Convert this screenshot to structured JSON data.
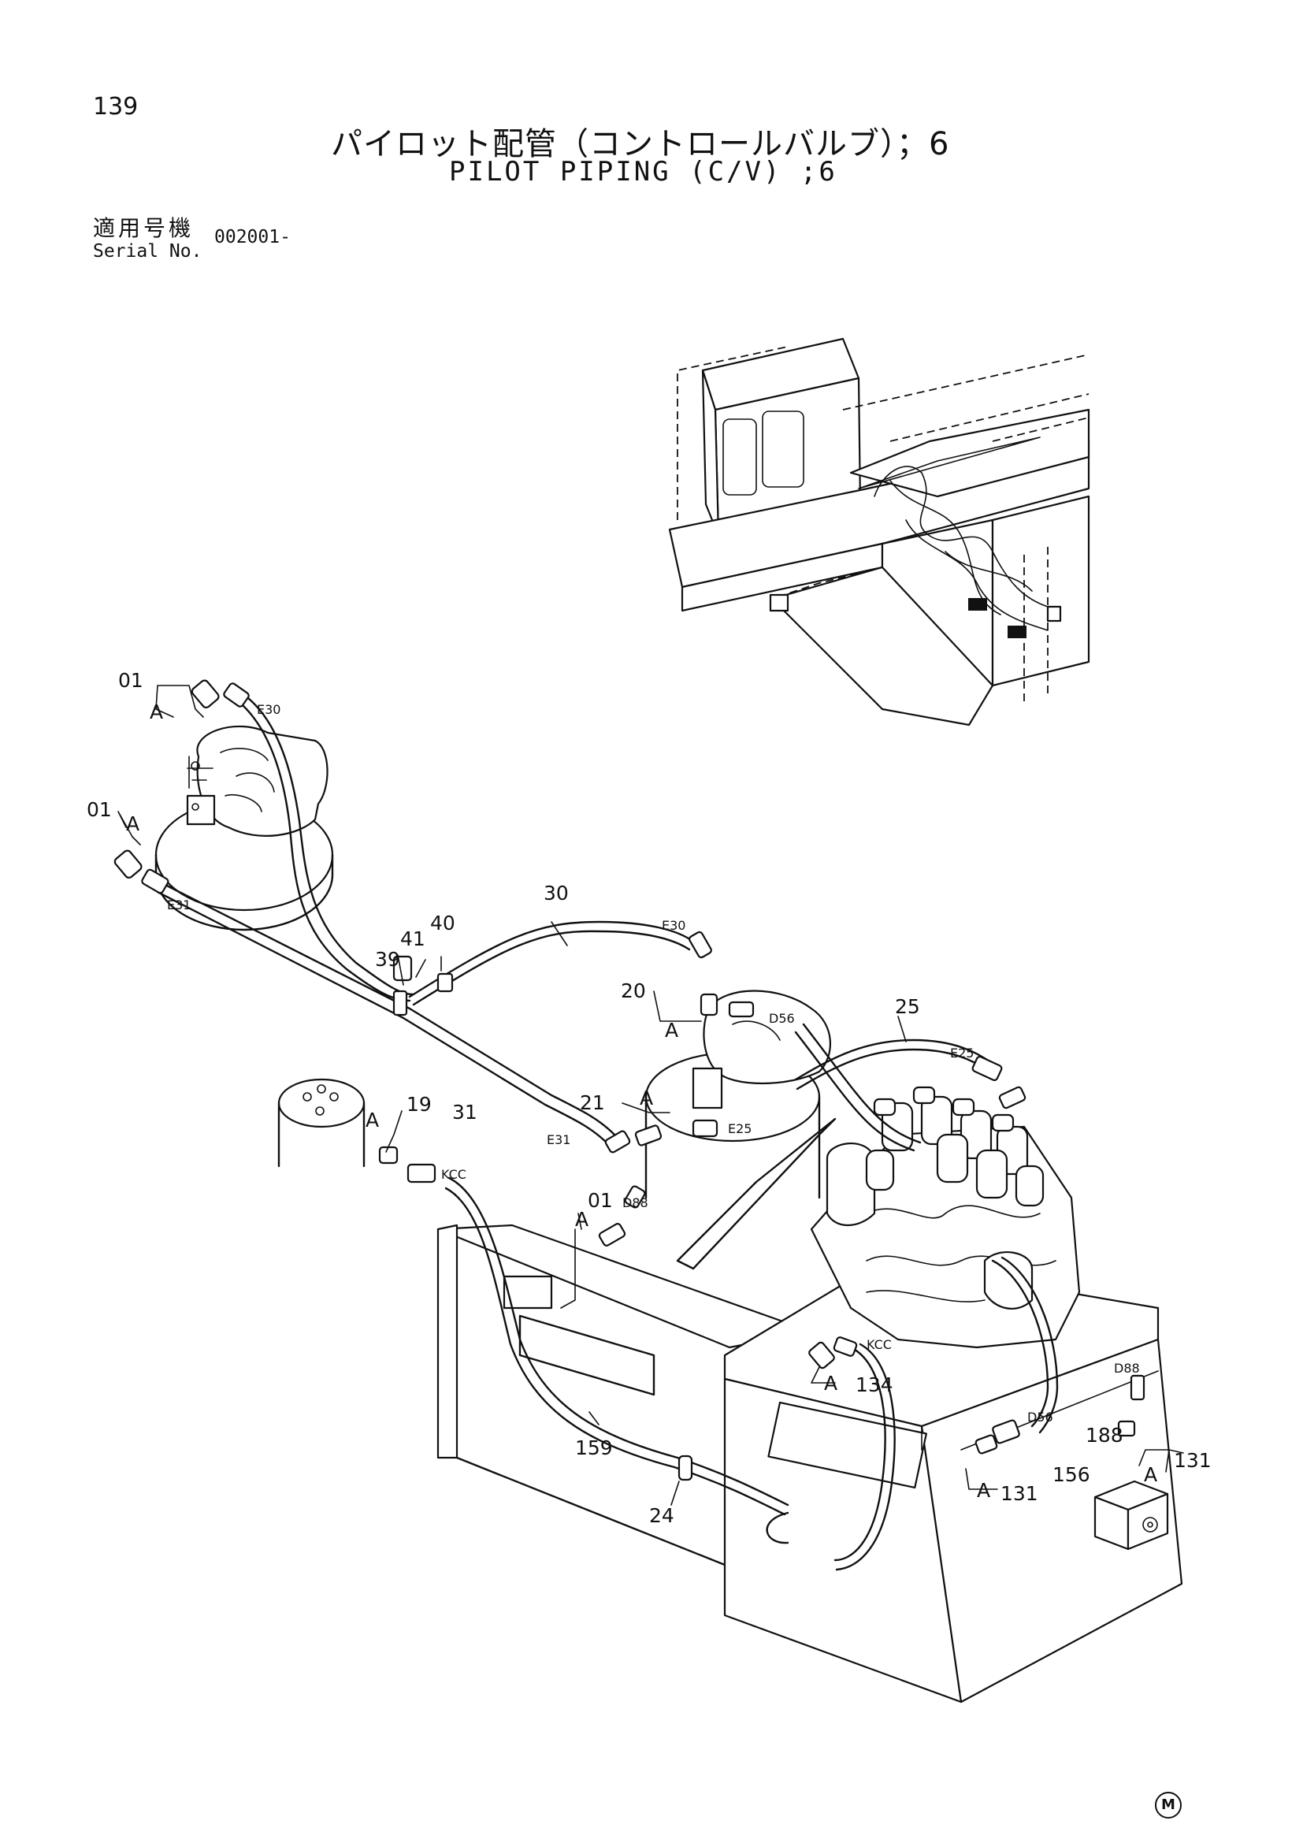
{
  "page_number": "139",
  "title_jp": "パイロット配管（コントロールバルブ）；6",
  "title_en": "PILOT PIPING (C/V) ;6",
  "serial": {
    "label_jp": "適用号機",
    "label_en": "Serial No.",
    "value": "002001-"
  },
  "mark": "M",
  "callouts": {
    "c01a": "01",
    "c01b": "01",
    "c01c": "01",
    "c30": "30",
    "c31": "31",
    "c39": "39",
    "c40": "40",
    "c41": "41",
    "c20": "20",
    "c21": "21",
    "c25": "25",
    "c19": "19",
    "c24": "24",
    "c159": "159",
    "c134": "134",
    "c156": "156",
    "c188": "188",
    "c131a": "131",
    "c131b": "131",
    "A1": "A",
    "A2": "A",
    "A3": "A",
    "A4": "A",
    "A5": "A",
    "A6": "A",
    "A7": "A",
    "A8": "A",
    "A9": "A"
  },
  "port_labels": {
    "e30a": "E30",
    "e30b": "E30",
    "e31a": "E31",
    "e31b": "E31",
    "e25a": "E25",
    "e25b": "E25",
    "d56a": "D56",
    "d56b": "D56",
    "d88a": "D88",
    "d88b": "D88",
    "kcca": "KCC",
    "kccb": "KCC"
  }
}
